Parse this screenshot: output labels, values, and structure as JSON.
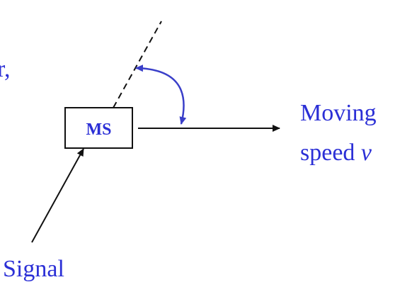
{
  "diagram": {
    "partial_text": "r,",
    "box_label": "MS",
    "moving_label_line1": "Moving",
    "moving_label_line2_prefix": "speed ",
    "moving_label_line2_var": "v",
    "signal_label": "Signal"
  },
  "colors": {
    "text_blue": "#2b2fd6",
    "arc_blue": "#3a3fc9",
    "line_black": "#111111",
    "background": "#ffffff"
  }
}
